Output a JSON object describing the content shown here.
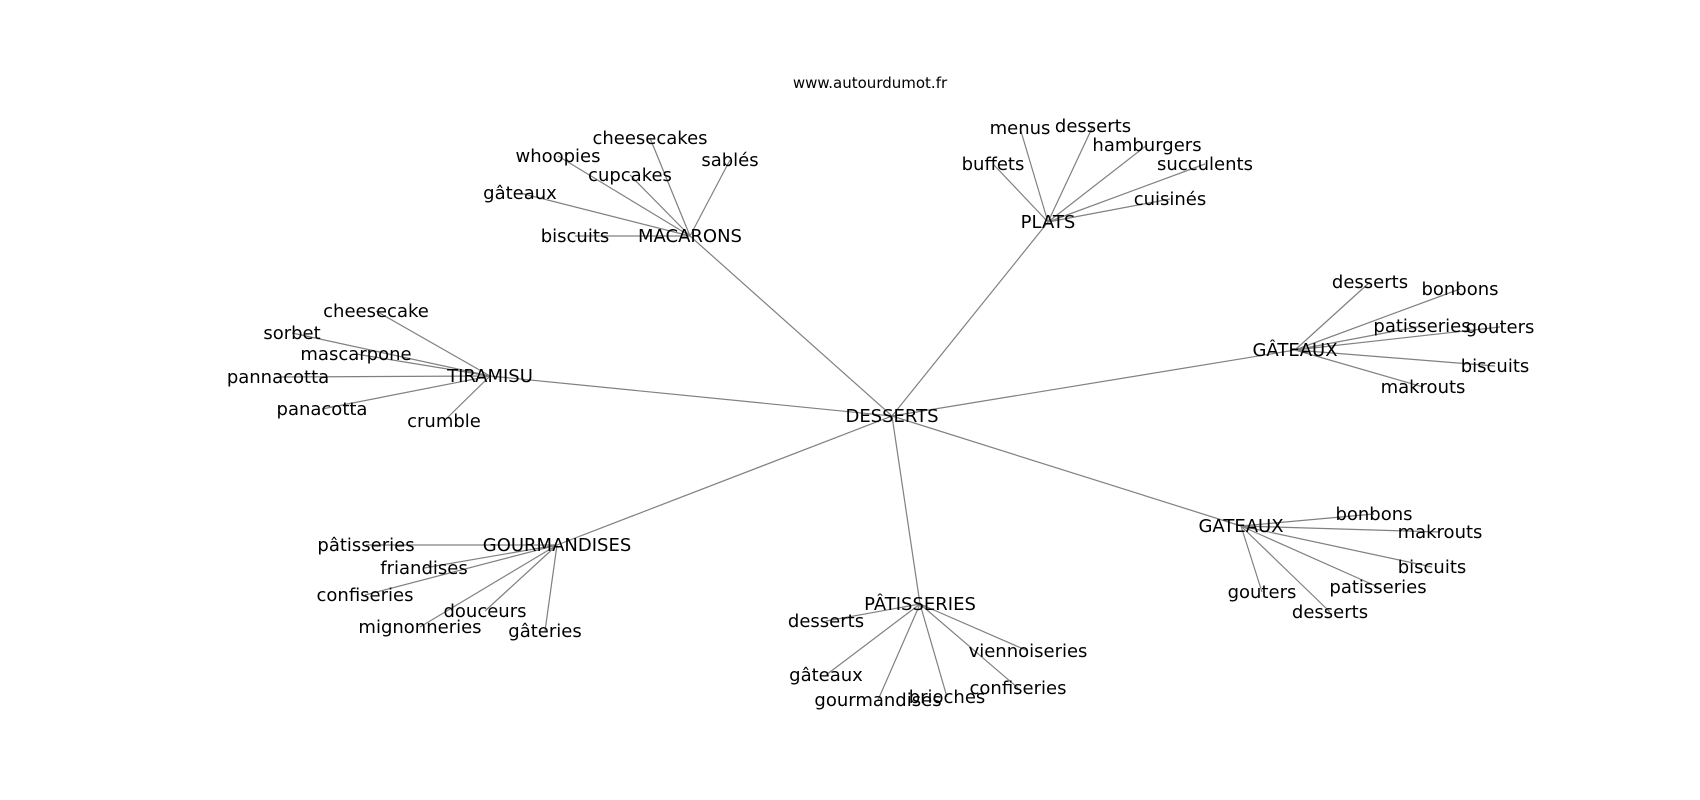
{
  "source": "www.autourdumot.fr",
  "root": "DESSERTS",
  "clusters": [
    {
      "hub": "MACARONS",
      "leaves": [
        "biscuits",
        "gâteaux",
        "whoopies",
        "cheesecakes",
        "cupcakes",
        "sablés"
      ]
    },
    {
      "hub": "PLATS",
      "leaves": [
        "buffets",
        "menus",
        "desserts",
        "hamburgers",
        "succulents",
        "cuisinés"
      ]
    },
    {
      "hub": "TIRAMISU",
      "leaves": [
        "cheesecake",
        "sorbet",
        "mascarpone",
        "pannacotta",
        "panacotta",
        "crumble"
      ]
    },
    {
      "hub": "GÂTEAUX",
      "leaves": [
        "desserts",
        "bonbons",
        "patisseries",
        "gouters",
        "biscuits",
        "makrouts"
      ]
    },
    {
      "hub": "GOURMANDISES",
      "leaves": [
        "pâtisseries",
        "friandises",
        "confiseries",
        "douceurs",
        "mignonneries",
        "gâteries"
      ]
    },
    {
      "hub": "PÂTISSERIES",
      "leaves": [
        "desserts",
        "gâteaux",
        "gourmandises",
        "brioches",
        "confiseries",
        "viennoiseries"
      ]
    },
    {
      "hub": "GATEAUX",
      "leaves": [
        "bonbons",
        "makrouts",
        "biscuits",
        "patisseries",
        "desserts",
        "gouters"
      ]
    }
  ]
}
